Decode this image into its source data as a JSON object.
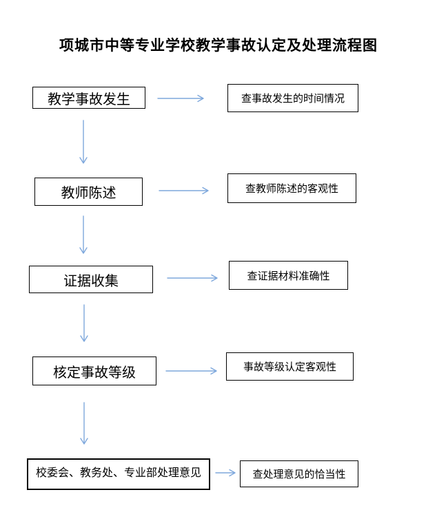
{
  "title": "项城市中等专业学校教学事故认定及处理流程图",
  "flow": {
    "rows": [
      {
        "step": "教学事故发生",
        "check": "查事故发生的时间情况"
      },
      {
        "step": "教师陈述",
        "check": "查教师陈述的客观性"
      },
      {
        "step": "证据收集",
        "check": "查证据材料准确性"
      },
      {
        "step": "核定事故等级",
        "check": "事故等级认定客观性"
      },
      {
        "step": "校委会、教务处、专业部处理意见",
        "check": "查处理意见的恰当性"
      }
    ]
  },
  "colors": {
    "arrow_blue": "#7da7dc",
    "box_border": "#000000",
    "page_background": "#ffffff",
    "text_color": "#000000"
  }
}
